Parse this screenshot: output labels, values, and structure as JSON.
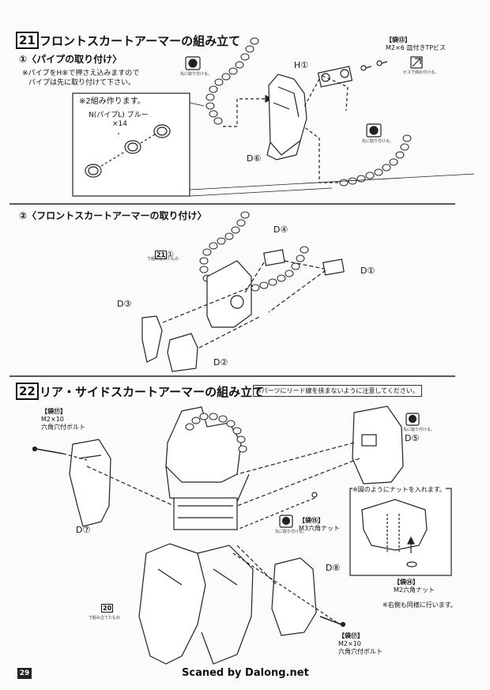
{
  "step21": {
    "number": "21",
    "title": "フロントスカートアーマーの組み立て",
    "sub1": "①〈パイプの取り付け〉",
    "note1_line1": "※パイプをH⑧で押さえ込みますので",
    "note1_line2": "パイプは先に取り付けて下さい。",
    "box_note": "※2組み作ります。",
    "pipe_label": "N(パイプL) ブルー",
    "pipe_count": "×14",
    "bag_label": "【袋⑬】",
    "bag_item": "M2×6 皿付きTPビス",
    "label_h1": "H①",
    "label_d6": "D⑥",
    "first_tag_a": "先に取り付ける。",
    "first_tag_b": "先に取り付ける。",
    "screw_tag": "ビスで締め付ける。",
    "sub2": "②〈フロントスカートアーマーの取り付け〉",
    "ref_num": "21",
    "ref_circle": "①",
    "ref_text": "で組み立てたもの",
    "label_d4": "D④",
    "label_d1": "D①",
    "label_d3": "D③",
    "label_d2": "D②"
  },
  "step22": {
    "number": "22",
    "title": "リア・サイドスカートアーマーの組み立て",
    "caution": "※パーツにリード線を挟まないように注意してください。",
    "bag17_label": "【袋⑰】",
    "bag17_item1": "M2×10",
    "bag17_item2": "六角穴付ボルト",
    "label_d7": "D⑦",
    "label_d5": "D⑤",
    "label_d8": "D⑧",
    "first_tag_c": "先に取り付ける。",
    "first_tag_d": "先に取り付ける。",
    "bag15_label": "【袋⑮】",
    "bag15_item": "M3六角ナット",
    "inset_note": "※図のようにナットを入れます。",
    "bag14_label": "【袋⑭】",
    "bag14_item": "M2六角ナット",
    "right_note": "※右側も同様に行います。",
    "ref_num": "20",
    "ref_text": "で組み立てたもの",
    "bag17b_label": "【袋⑰】",
    "bag17b_item1": "M2×10",
    "bag17b_item2": "六角穴付ボルト"
  },
  "footer": {
    "page": "29",
    "credit": "Scaned by Dalong.net"
  }
}
